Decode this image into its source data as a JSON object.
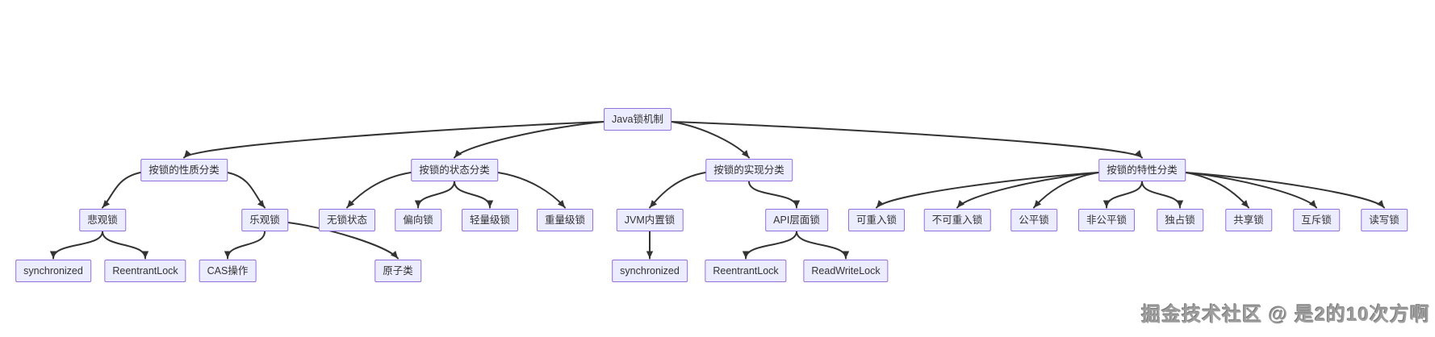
{
  "diagram": {
    "nodes": [
      {
        "id": "root",
        "label": "Java锁机制"
      },
      {
        "id": "nature",
        "label": "按锁的性质分类"
      },
      {
        "id": "state",
        "label": "按锁的状态分类"
      },
      {
        "id": "impl",
        "label": "按锁的实现分类"
      },
      {
        "id": "feature",
        "label": "按锁的特性分类"
      },
      {
        "id": "pessimistic",
        "label": "悲观锁"
      },
      {
        "id": "optimistic",
        "label": "乐观锁"
      },
      {
        "id": "sync1",
        "label": "synchronized"
      },
      {
        "id": "reentrant1",
        "label": "ReentrantLock"
      },
      {
        "id": "cas",
        "label": "CAS操作"
      },
      {
        "id": "atomic",
        "label": "原子类"
      },
      {
        "id": "lockfree",
        "label": "无锁状态"
      },
      {
        "id": "biased",
        "label": "偏向锁"
      },
      {
        "id": "lightweight",
        "label": "轻量级锁"
      },
      {
        "id": "heavyweight",
        "label": "重量级锁"
      },
      {
        "id": "jvm",
        "label": "JVM内置锁"
      },
      {
        "id": "api",
        "label": "API层面锁"
      },
      {
        "id": "sync2",
        "label": "synchronized"
      },
      {
        "id": "reentrant2",
        "label": "ReentrantLock"
      },
      {
        "id": "rwlock",
        "label": "ReadWriteLock"
      },
      {
        "id": "f_reentrant",
        "label": "可重入锁"
      },
      {
        "id": "f_nonreentrant",
        "label": "不可重入锁"
      },
      {
        "id": "fair",
        "label": "公平锁"
      },
      {
        "id": "unfair",
        "label": "非公平锁"
      },
      {
        "id": "exclusive",
        "label": "独占锁"
      },
      {
        "id": "shared",
        "label": "共享锁"
      },
      {
        "id": "mutex",
        "label": "互斥锁"
      },
      {
        "id": "rw",
        "label": "读写锁"
      }
    ],
    "edges": [
      [
        "root",
        "nature"
      ],
      [
        "root",
        "state"
      ],
      [
        "root",
        "impl"
      ],
      [
        "root",
        "feature"
      ],
      [
        "nature",
        "pessimistic"
      ],
      [
        "nature",
        "optimistic"
      ],
      [
        "pessimistic",
        "sync1"
      ],
      [
        "pessimistic",
        "reentrant1"
      ],
      [
        "optimistic",
        "cas"
      ],
      [
        "optimistic",
        "atomic"
      ],
      [
        "state",
        "lockfree"
      ],
      [
        "state",
        "biased"
      ],
      [
        "state",
        "lightweight"
      ],
      [
        "state",
        "heavyweight"
      ],
      [
        "impl",
        "jvm"
      ],
      [
        "impl",
        "api"
      ],
      [
        "jvm",
        "sync2"
      ],
      [
        "api",
        "reentrant2"
      ],
      [
        "api",
        "rwlock"
      ],
      [
        "feature",
        "f_reentrant"
      ],
      [
        "feature",
        "f_nonreentrant"
      ],
      [
        "feature",
        "fair"
      ],
      [
        "feature",
        "unfair"
      ],
      [
        "feature",
        "exclusive"
      ],
      [
        "feature",
        "shared"
      ],
      [
        "feature",
        "mutex"
      ],
      [
        "feature",
        "rw"
      ]
    ]
  },
  "watermark": {
    "text": "掘金技术社区 @ 是2的10次方啊"
  },
  "colors": {
    "node_fill": "#ececff",
    "node_border": "#9370db",
    "edge": "#333333",
    "text": "#333333",
    "watermark": "#9e9e9e",
    "background": "#ffffff"
  }
}
